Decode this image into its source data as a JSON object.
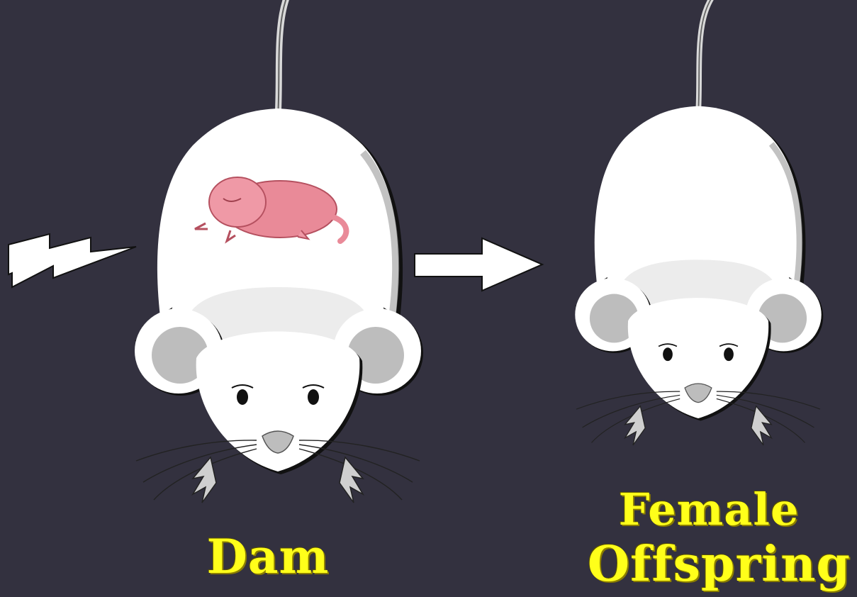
{
  "labels": {
    "dam": "Dam",
    "offspring_line1": "Female",
    "offspring_line2": "Offspring"
  },
  "icons": {
    "exposure": "lightning-bolt-icon",
    "transition": "right-arrow-icon"
  },
  "colors": {
    "background": "#33313f",
    "label": "#ffff1a",
    "mouse_body": "#ffffff",
    "mouse_shade": "#cfcfcf",
    "fetus": "#e98a98"
  }
}
